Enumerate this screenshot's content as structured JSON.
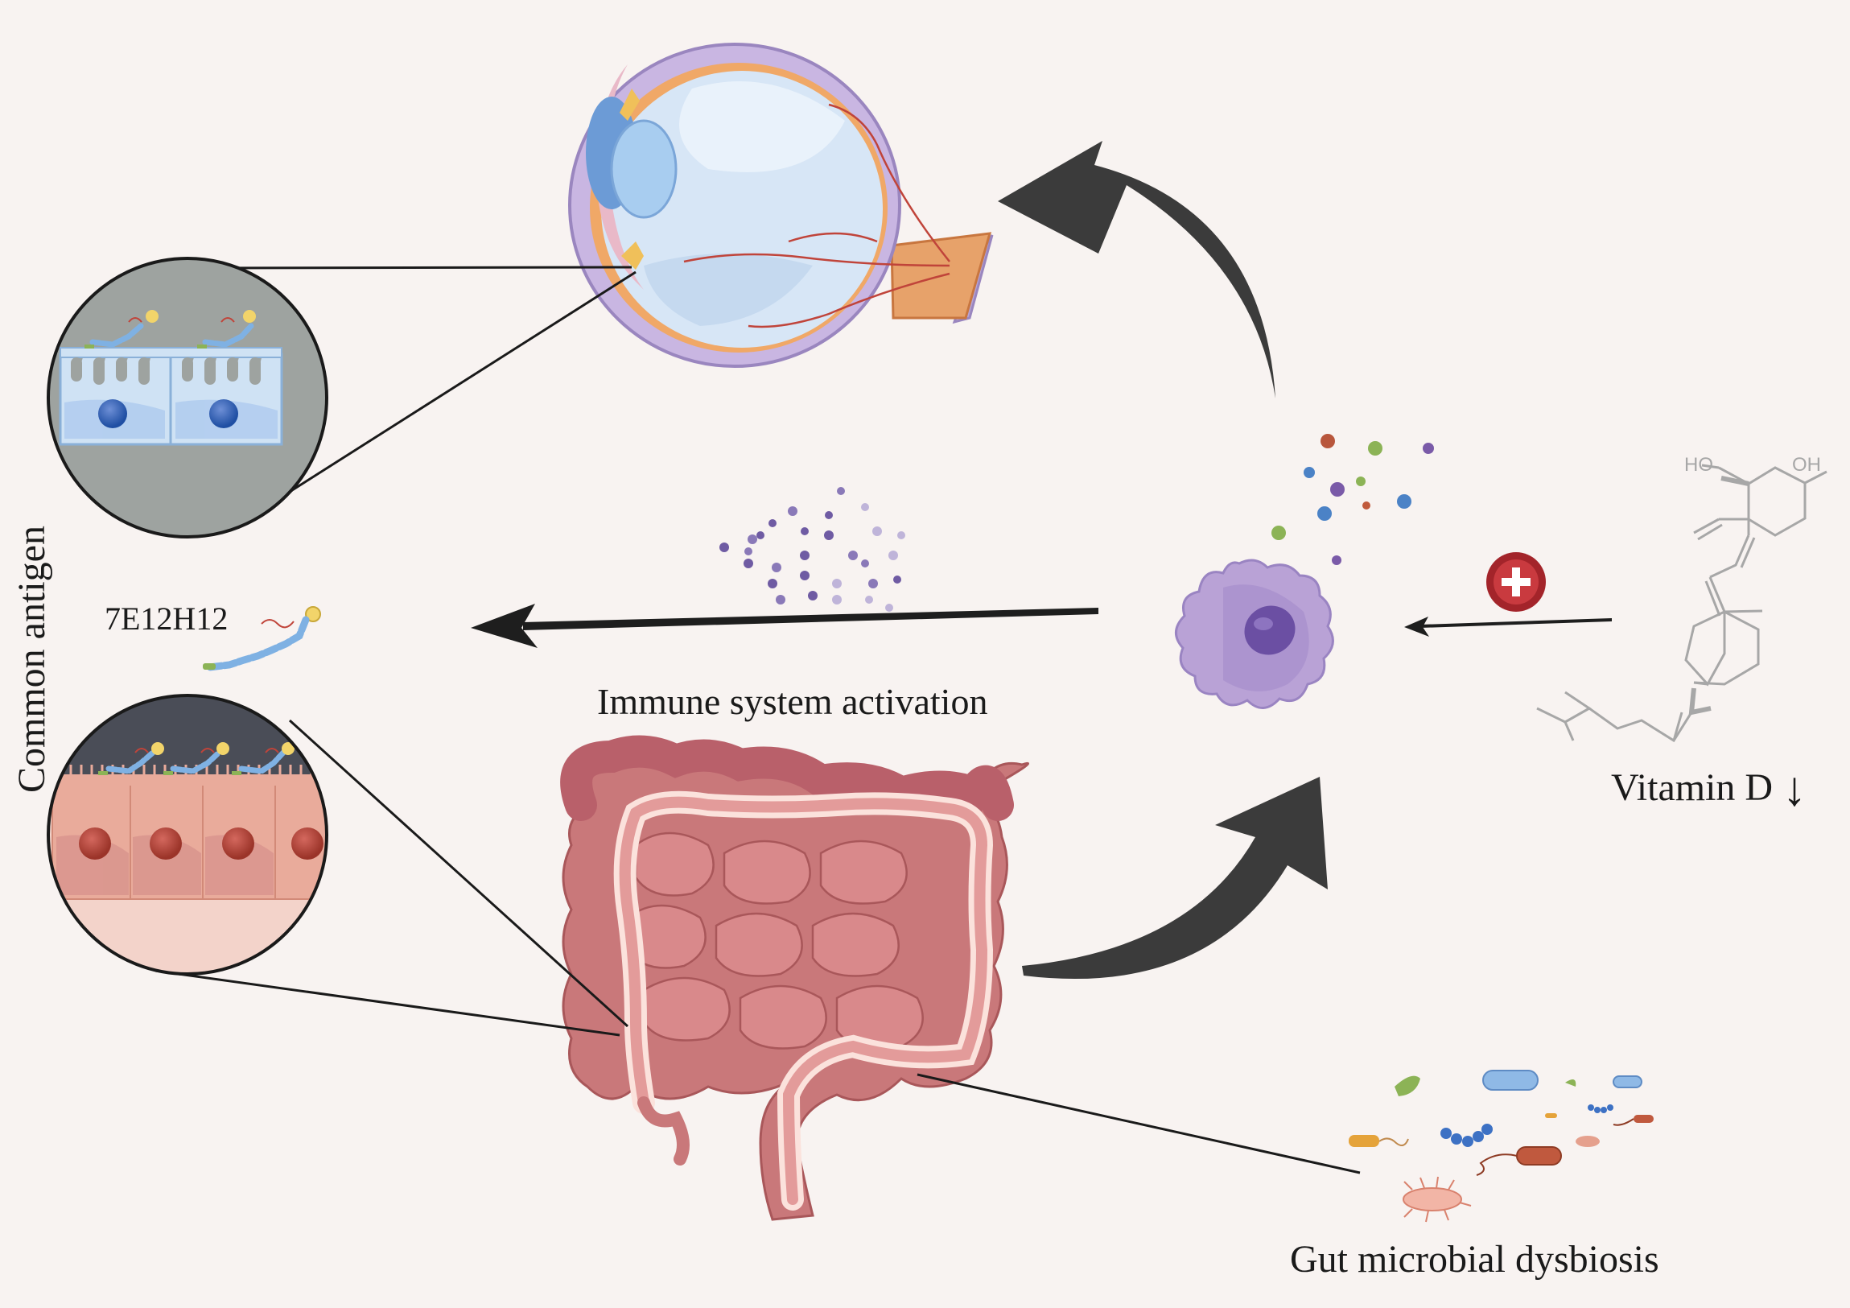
{
  "labels": {
    "immune_activation": "Immune system activation",
    "vitamin_d": "Vitamin D",
    "vitamin_d_arrow": "↓",
    "gut_dysbiosis": "Gut microbial dysbiosis",
    "antibody": "7E12H12",
    "common_antigen": "Common antigen",
    "ho_label": "HO",
    "oh_label": "OH",
    "plus_sign": "+"
  },
  "colors": {
    "background": "#f8f3f1",
    "arrow": "#3b3b3b",
    "eye_sclera": "#d3e4f4",
    "intestine": "#c9787a",
    "cell_body": "#a58cc7",
    "plus_badge": "#a3242a"
  },
  "icons": [
    "eye-icon",
    "intestine-icon",
    "immune-cell-icon",
    "vitamin-d-molecule-icon",
    "bacteria-icon",
    "antibody-icon",
    "plus-icon"
  ]
}
